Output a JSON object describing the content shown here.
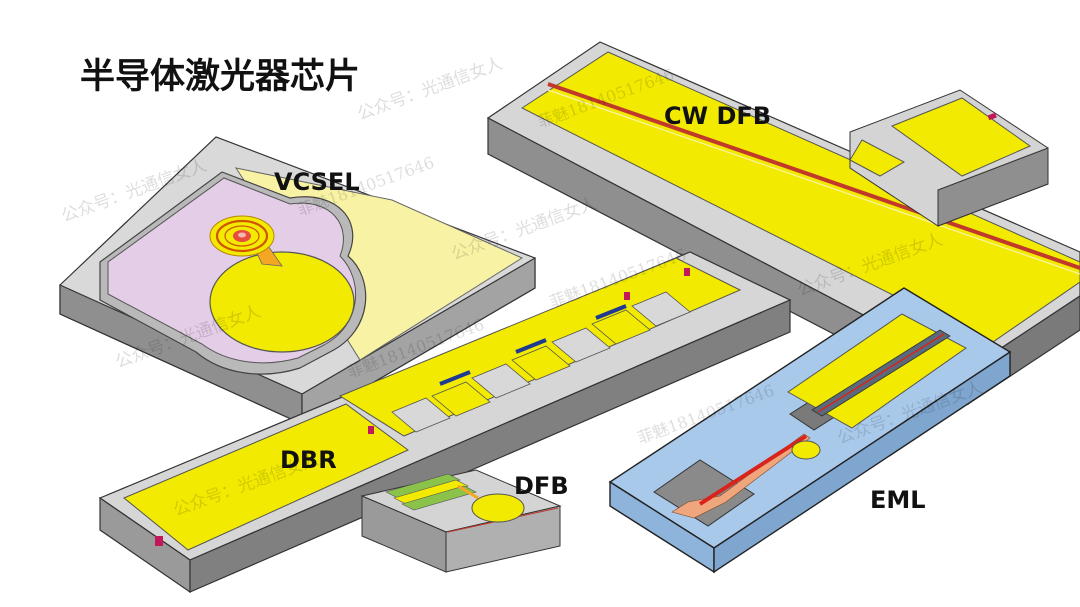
{
  "title": "半导体激光器芯片",
  "labels": {
    "vcsel": "VCSEL",
    "cw_dfb": "CW DFB",
    "dbr": "DBR",
    "dfb": "DFB",
    "eml": "EML"
  },
  "watermarks": [
    "公众号：光通信女人",
    "菲魅18140517646",
    "公众号：光通信女人",
    "菲魅18140517646",
    "公众号：光通信女人",
    "菲魅18140517646",
    "公众号：光通信女人",
    "菲魅18140517646",
    "公众号：光通信女人",
    "公众号：光通信女人",
    "菲魅18140517646",
    "公众号：光通信女人"
  ],
  "colors": {
    "gold": "#f2ea00",
    "substrate_top": "#dadada",
    "substrate_side": "#9a9a9a",
    "vcsel_mesa": "#e4cde6",
    "pale_yellow": "#f8f3a4",
    "eml_substrate": "#a9c9ea",
    "waveguide_red": "#d8241c"
  }
}
